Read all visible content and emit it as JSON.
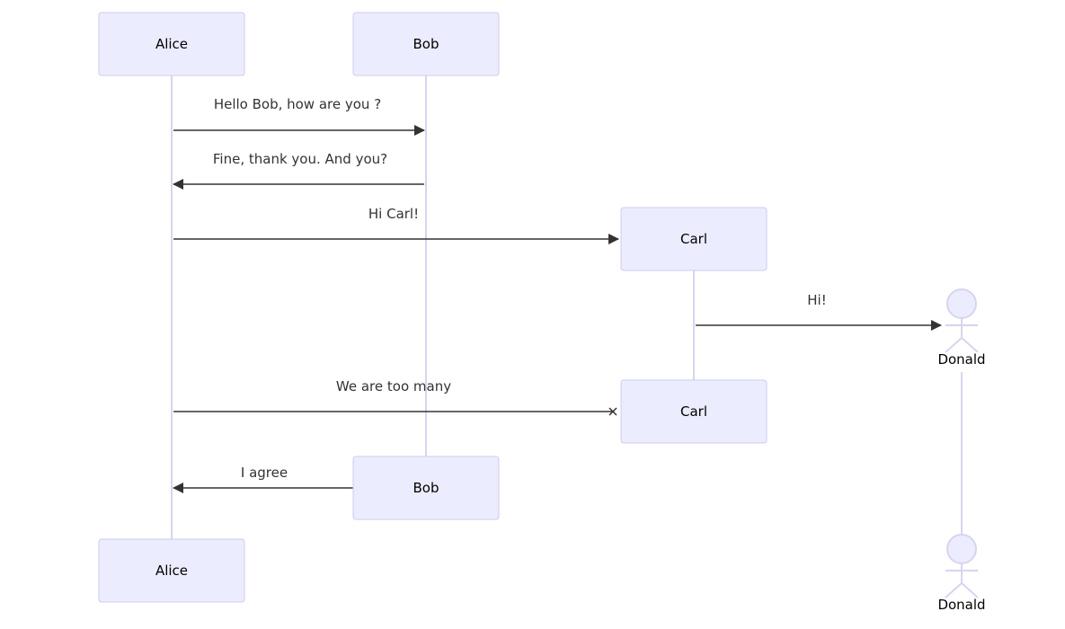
{
  "participants": {
    "alice": "Alice",
    "bob": "Bob",
    "carl": "Carl",
    "donald": "Donald"
  },
  "messages": [
    {
      "text": "Hello Bob, how are you ?",
      "from": "Alice",
      "to": "Bob",
      "arrow": "solid-arrow"
    },
    {
      "text": "Fine, thank you. And you?",
      "from": "Bob",
      "to": "Alice",
      "arrow": "solid-arrow"
    },
    {
      "text": "Hi Carl!",
      "from": "Alice",
      "to": "Carl",
      "arrow": "solid-arrow",
      "note": "creates Carl"
    },
    {
      "text": "Hi!",
      "from": "Carl",
      "to": "Donald",
      "arrow": "solid-arrow",
      "note": "creates Donald"
    },
    {
      "text": "We are too many",
      "from": "Alice",
      "to": "Carl",
      "arrow": "cross",
      "note": "destroys Carl"
    },
    {
      "text": "I agree",
      "from": "Bob",
      "to": "Alice",
      "arrow": "solid-arrow",
      "note": "destroys Bob"
    }
  ],
  "colors": {
    "actor_fill": "#ECECFF",
    "actor_stroke": "#CCCCEE",
    "lifeline": "#D8D4EE",
    "message_line": "#333333"
  }
}
